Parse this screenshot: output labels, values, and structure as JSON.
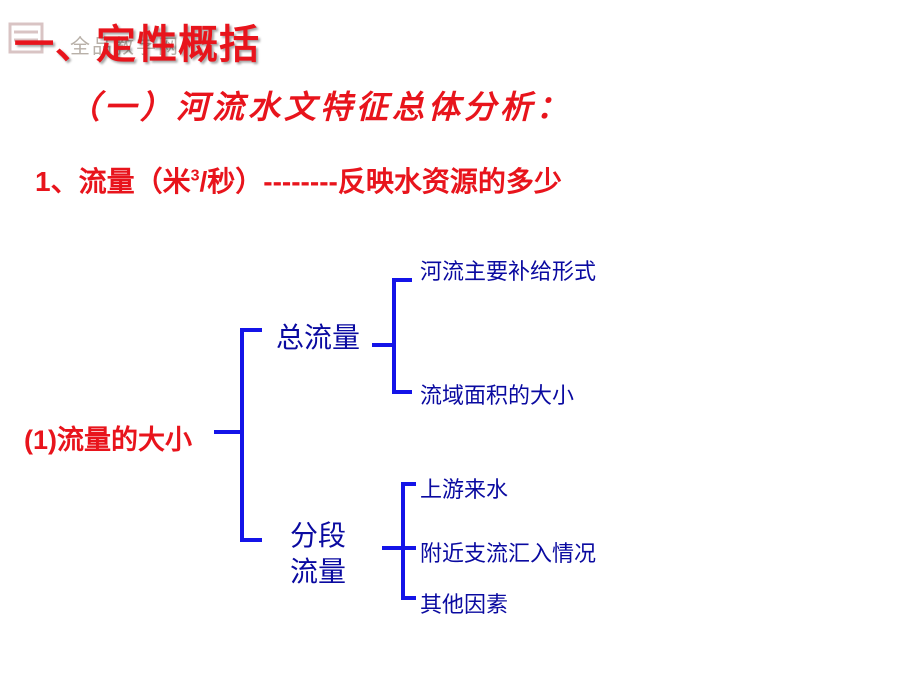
{
  "title": "一、定性概括",
  "watermark": "全品教学网",
  "subtitle": "（一）河流水文特征总体分析：",
  "point1": {
    "prefix": "1、流量（米",
    "sup": "3",
    "suffix": "/秒）--------反映水资源的多少"
  },
  "tree": {
    "root": "(1)流量的大小",
    "branches": [
      {
        "label": "总流量",
        "children": [
          "河流主要补给形式",
          "流域面积的大小"
        ]
      },
      {
        "label_line1": "分段",
        "label_line2": "流量",
        "children": [
          "上游来水",
          "附近支流汇入情况",
          "其他因素"
        ]
      }
    ]
  },
  "colors": {
    "heading_red": "#e8141c",
    "tree_text_blue": "#0a0aa0",
    "bracket_blue": "#1414e8"
  }
}
